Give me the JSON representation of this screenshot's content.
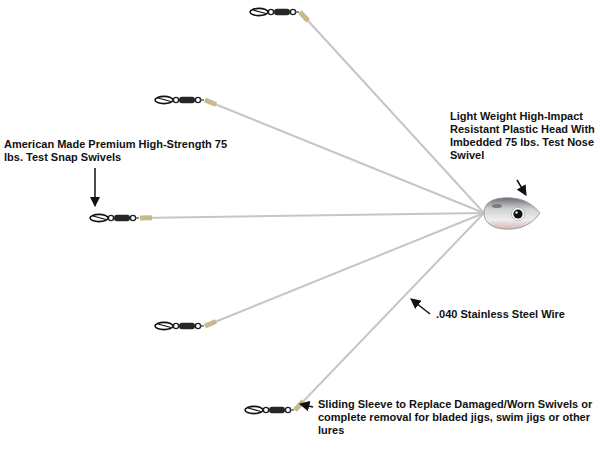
{
  "diagram": {
    "labels": [
      "American Made Premium High-Strength 75 lbs. Test Snap Swivels",
      "Light Weight High-Impact Resistant Plastic Head With Imbedded 75 lbs. Test Nose Swivel",
      ".040 Stainless Steel Wire",
      "Sliding Sleeve to Replace Damaged/Worn Swivels or complete removal for bladed jigs, swim jigs or other lures"
    ]
  }
}
